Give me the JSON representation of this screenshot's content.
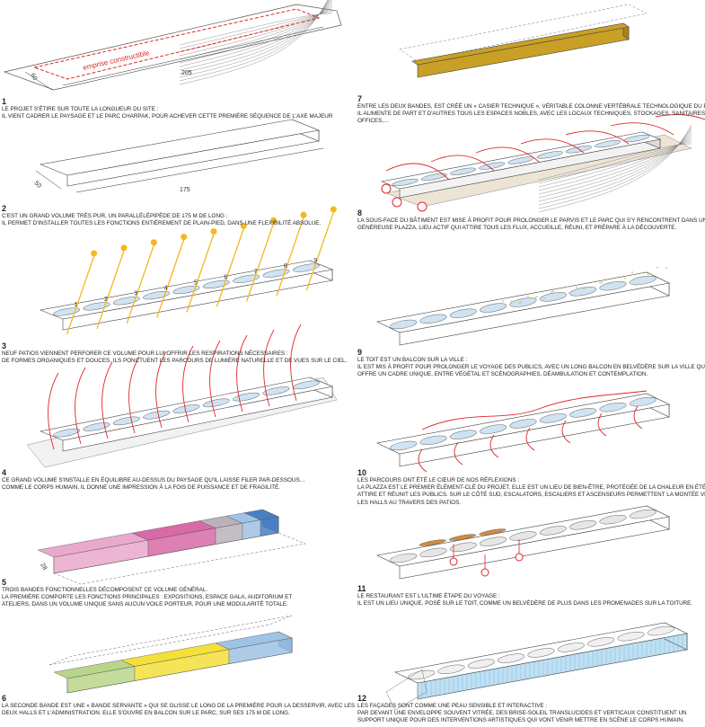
{
  "steps": [
    {
      "number": "1",
      "lines": [
        "LE PROJET S'ÉTIRE SUR TOUTE LA LONGUEUR DU SITE :",
        "IL VIENT CADRER LE PAYSAGE ET LE PARC CHARPAK, POUR ACHEVER CETTE PREMIÈRE SÉQUENCE DE L'AXE MAJEUR"
      ]
    },
    {
      "number": "2",
      "lines": [
        "C'EST UN GRAND VOLUME TRÈS PUR, UN PARALLÉLÉPIPÈDE DE 175 M DE LONG :",
        "IL PERMET D'INSTALLER TOUTES LES FONCTIONS ENTIÈREMENT DE PLAIN-PIED, DANS UNE FLEXIBILITÉ ABSOLUE."
      ]
    },
    {
      "number": "3",
      "lines": [
        "NEUF PATIOS VIENNENT PERFORER CE VOLUME POUR LUI OFFRIR LES RESPIRATIONS NÉCESSAIRES :",
        "DE FORMES ORGANIQUES ET DOUCES, ILS PONCTUENT LES PARCOURS DE LUMIÈRE NATURELLE ET DE VUES SUR LE CIEL."
      ]
    },
    {
      "number": "4",
      "lines": [
        "CE GRAND VOLUME S'INSTALLE EN ÉQUILIBRE AU-DESSUS DU PAYSAGE QU'IL LAISSE FILER PAR-DESSOUS…",
        "COMME LE CORPS HUMAIN, IL DONNE UNE IMPRESSION À LA FOIS DE PUISSANCE ET DE FRAGILITÉ."
      ]
    },
    {
      "number": "5",
      "lines": [
        "TROIS BANDES FONCTIONNELLES DÉCOMPOSENT CE VOLUME GÉNÉRAL.",
        "LA PREMIÈRE COMPORTE LES FONCTIONS PRINCIPALES : EXPOSITIONS, ESPACE GALA, AUDITORIUM ET",
        "ATELIERS, DANS UN VOLUME UNIQUE SANS AUCUN VOILE PORTEUR, POUR UNE MODULARITÉ TOTALE."
      ]
    },
    {
      "number": "6",
      "lines": [
        "LA SECONDE BANDE EST UNE « BANDE SERVANTE » QUI SE GLISSE LE LONG DE LA PREMIÈRE POUR LA DESSERVIR, AVEC LES",
        "DEUX HALLS ET L'ADMINISTRATION. ELLE S'OUVRE EN BALCON SUR LE PARC, SUR SES 175 M DE LONG."
      ]
    },
    {
      "number": "7",
      "lines": [
        "ENTRE LES DEUX BANDES, EST CRÉÉ UN « CASIER TECHNIQUE », VÉRITABLE COLONNE VERTÉBRALE TECHNOLOGIQUE DU PROJET.",
        "IL ALIMENTE DE PART ET D'AUTRES TOUS LES ESPACES NOBLES, AVEC LES LOCAUX TECHNIQUES, STOCKAGES, SANITAIRES,",
        "OFFICES,…"
      ]
    },
    {
      "number": "8",
      "lines": [
        "LA SOUS-FACE DU BÂTIMENT EST MISE À PROFIT POUR PROLONGER LE PARVIS ET LE PARC QUI S'Y RENCONTRENT DANS UNE",
        "GÉNÉREUSE PLAZZA, LIEU ACTIF QUI ATTIRE TOUS LES FLUX, ACCUEILLE, RÉUNI, ET PRÉPARE À LA DÉCOUVERTE."
      ]
    },
    {
      "number": "9",
      "lines": [
        "LE TOIT EST UN BALCON SUR LA VILLE :",
        "IL EST MIS À PROFIT POUR PROLONGER LE VOYAGE DES PUBLICS, AVEC UN LONG BALCON EN BELVÉDÈRE SUR LA VILLE QUI",
        "OFFRE UN CADRE UNIQUE, ENTRE VÉGÉTAL ET SCÉNOGRAPHIES, DÉAMBULATION ET CONTEMPLATION."
      ]
    },
    {
      "number": "10",
      "lines": [
        "LES PARCOURS ONT ÉTÉ LE CŒUR DE NOS RÉFLEXIONS :",
        "LA PLAZZA EST LE PREMIER ÉLÉMENT-CLÉ DU PROJET. ELLE EST UN LIEU DE BIEN-ÊTRE, PROTÉGÉE DE LA CHALEUR EN ÉTÉ, QUI",
        "ATTIRE ET RÉUNIT LES PUBLICS. SUR LE CÔTÉ SUD, ESCALATORS, ESCALIERS ET ASCENSEURS PERMETTENT LA MONTÉE VERS",
        "LES HALLS AU TRAVERS DES PATIOS."
      ]
    },
    {
      "number": "11",
      "lines": [
        "LE RESTAURANT EST L'ULTIME ÉTAPE DU VOYAGE :",
        "IL EST UN LIEU UNIQUE, POSÉ SUR LE TOIT, COMME UN BELVÉDÈRE DE PLUS DANS LES PROMENADES SUR LA TOITURE."
      ]
    },
    {
      "number": "12",
      "lines": [
        "LES FAÇADES SONT COMME UNE PEAU SENSIBLE ET INTERACTIVE :",
        "PAR DEVANT UNE ENVELOPPE SOUVENT VITRÉE, DES BRISE-SOLEIL TRANSLUCIDES ET VERTICAUX CONSTITUENT UN",
        "SUPPORT UNIQUE POUR DES INTERVENTIONS ARTISTIQUES QUI VONT VENIR METTRE EN SCÈNE LE CORPS HUMAIN."
      ]
    }
  ],
  "labels": {
    "site_width": "60",
    "site_length": "205",
    "emprise": "emprise constructible",
    "volume_width": "50",
    "volume_length": "175",
    "band_width": "28",
    "patio_numbers": [
      "1",
      "2",
      "3",
      "4",
      "5",
      "6",
      "7",
      "8",
      "9"
    ]
  },
  "colors": {
    "red": "#e0262a",
    "sun": "#f2b81c",
    "patio": "#cfe3f2",
    "pink": "#e9a9cc",
    "magenta": "#d86aa8",
    "grey": "#b9b3b9",
    "blue_light": "#9fc3e6",
    "blue": "#4a7fc4",
    "green": "#b9d58a",
    "yellow": "#f4e03a",
    "gold": "#c9a026",
    "orange": "#d9893a"
  }
}
